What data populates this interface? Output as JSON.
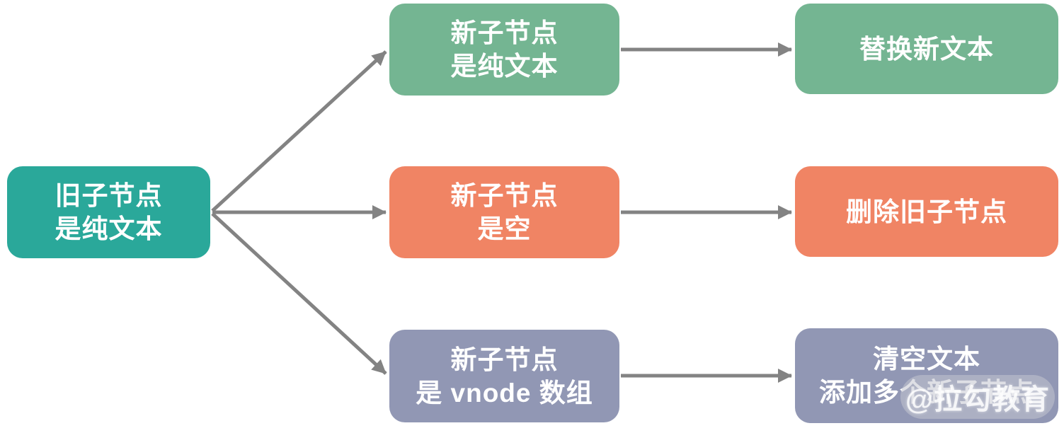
{
  "diagram": {
    "source": {
      "lines": [
        "旧子节点",
        "是纯文本"
      ],
      "color": "#2AA89A"
    },
    "branches": [
      {
        "condition": {
          "lines": [
            "新子节点",
            "是纯文本"
          ]
        },
        "action": {
          "lines": [
            "替换新文本"
          ]
        },
        "color": "#74B592"
      },
      {
        "condition": {
          "lines": [
            "新子节点",
            "是空"
          ]
        },
        "action": {
          "lines": [
            "删除旧子节点"
          ]
        },
        "color": "#F08464"
      },
      {
        "condition": {
          "lines": [
            "新子节点",
            "是 vnode 数组"
          ]
        },
        "action": {
          "lines": [
            "清空文本",
            "添加多个新子节点"
          ]
        },
        "color": "#9197B4"
      }
    ],
    "arrow_color": "#838383",
    "text_color": "#FFFFFF",
    "watermark": "@拉勾教育"
  }
}
